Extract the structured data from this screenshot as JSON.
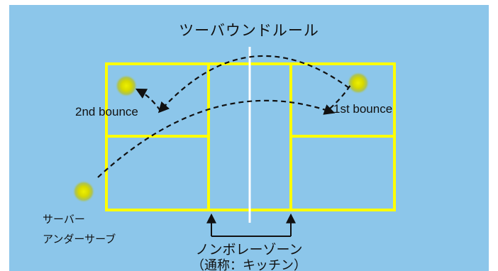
{
  "title": "ツーバウンドルール",
  "labels": {
    "second_bounce": "2nd bounce",
    "first_bounce": "1st bounce",
    "server_line1": "サーバー",
    "server_line2": "アンダーサーブ",
    "kitchen_line1": "ノンボレーゾーン",
    "kitchen_line2": "（通称：キッチン）"
  },
  "colors": {
    "background": "#8cc6ea",
    "court_lines": "#ffff00",
    "net": "#ffffff",
    "ball": "#d4d400",
    "trajectory": "#111111"
  },
  "icons": [
    "ball-icon",
    "arrow-up-icon"
  ]
}
